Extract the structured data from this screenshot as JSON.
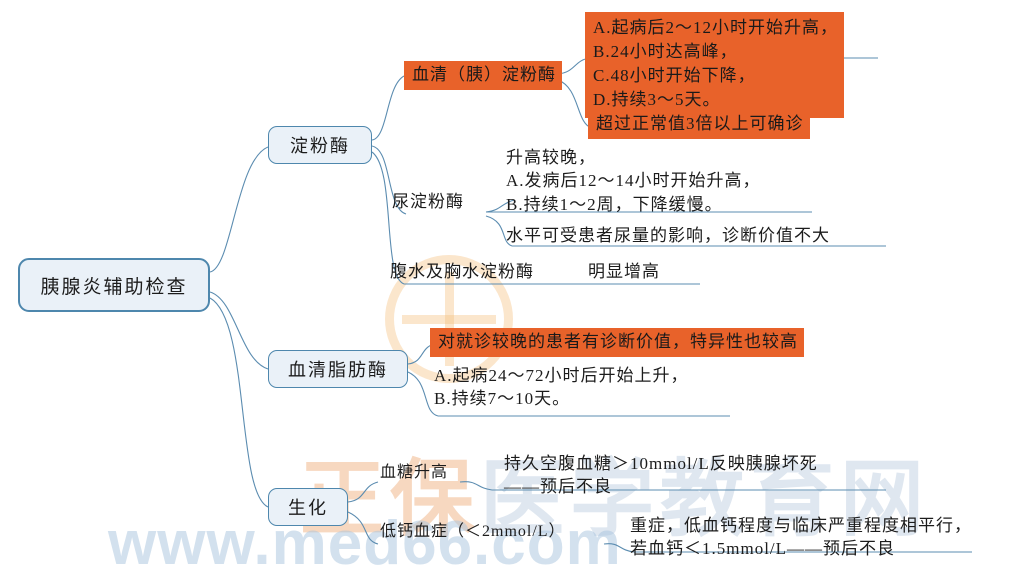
{
  "root": {
    "label": "胰腺炎辅助检查"
  },
  "branches": [
    {
      "label": "淀粉酶",
      "children": [
        {
          "label": "血清（胰）淀粉酶",
          "highlight": true,
          "children": [
            {
              "highlight": true,
              "lines": [
                "A.起病后2～12小时开始升高，",
                "B.24小时达高峰，",
                "C.48小时开始下降，",
                "D.持续3～5天。"
              ]
            },
            {
              "highlight": true,
              "lines": [
                "超过正常值3倍以上可确诊"
              ]
            }
          ]
        },
        {
          "label": "尿淀粉酶",
          "highlight": false,
          "children": [
            {
              "highlight": false,
              "lines": [
                "升高较晚，",
                "A.发病后12～14小时开始升高，",
                "B.持续1～2周，下降缓慢。"
              ]
            },
            {
              "highlight": false,
              "lines": [
                "水平可受患者尿量的影响，诊断价值不大"
              ]
            }
          ]
        },
        {
          "label": "腹水及胸水淀粉酶",
          "highlight": false,
          "children": [
            {
              "highlight": false,
              "lines": [
                "明显增高"
              ]
            }
          ]
        }
      ]
    },
    {
      "label": "血清脂肪酶",
      "children": [
        {
          "highlight": true,
          "lines": [
            "对就诊较晚的患者有诊断价值，特异性也较高"
          ]
        },
        {
          "highlight": false,
          "lines": [
            "A.起病24～72小时后开始上升，",
            "B.持续7～10天。"
          ]
        }
      ]
    },
    {
      "label": "生化",
      "children": [
        {
          "label": "血糖升高",
          "highlight": false,
          "children": [
            {
              "highlight": false,
              "lines": [
                "持久空腹血糖＞10mmol/L反映胰腺坏死",
                "——预后不良"
              ]
            }
          ]
        },
        {
          "label": "低钙血症（＜2mmol/L）",
          "highlight": false,
          "children": [
            {
              "highlight": false,
              "lines": [
                "重症，低血钙程度与临床严重程度相平行，",
                "若血钙＜1.5mmol/L——预后不良"
              ]
            }
          ]
        }
      ]
    }
  ],
  "watermark": {
    "text_cn_1": "正保",
    "text_cn_2": "医学教育网",
    "url": "www.med66.com"
  },
  "colors": {
    "highlight_orange": "#e8622a",
    "node_border_blue": "#4e87ad",
    "node_fill_blue": "#eaf1f8",
    "connector_blue": "#5b8cb0",
    "text_black": "#1c1c1c"
  }
}
